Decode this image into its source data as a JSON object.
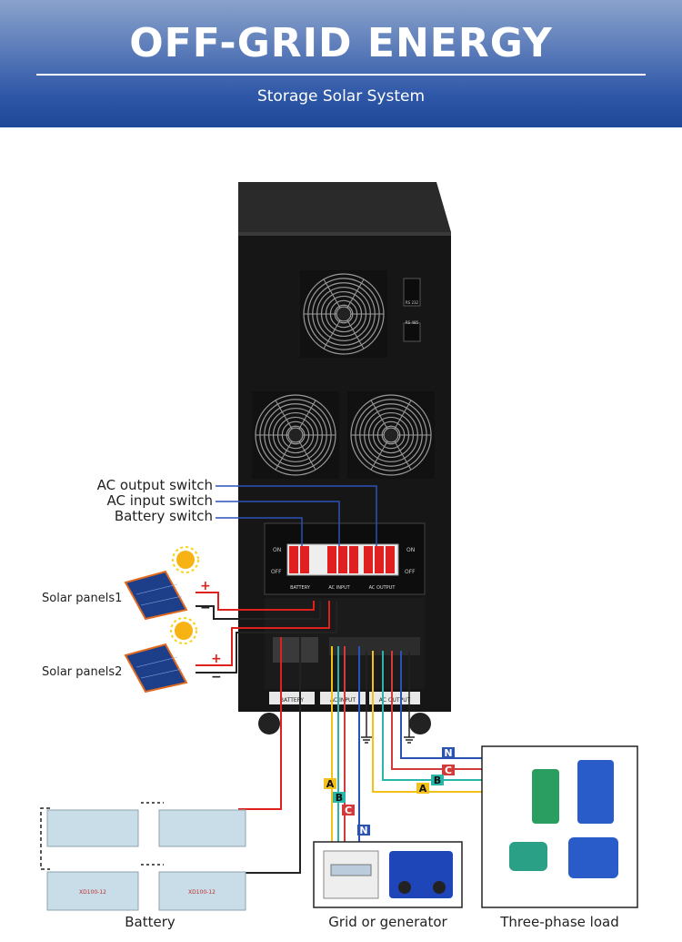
{
  "header": {
    "title": "OFF-GRID ENERGY",
    "subtitle": "Storage Solar System"
  },
  "switch_labels": {
    "ac_output": "AC output switch",
    "ac_input": "AC input switch",
    "battery": "Battery switch"
  },
  "solar": {
    "panel1": "Solar panels1",
    "panel2": "Solar panels2"
  },
  "inverter": {
    "rs232": "RS 232",
    "rs485": "RS 485",
    "breaker_on": "ON",
    "breaker_off": "OFF",
    "breaker_labels": [
      "BATTERY",
      "AC INPUT",
      "AC OUTPUT"
    ],
    "terminal_labels": [
      "BATTERY",
      "AC INPUT",
      "AC OUTPUT"
    ],
    "plus": "+",
    "minus": "−"
  },
  "phases": {
    "a": "A",
    "b": "B",
    "c": "C",
    "n": "N"
  },
  "battery_model": "XD100-12",
  "captions": {
    "battery": "Battery",
    "grid": "Grid or generator",
    "load": "Three-phase load"
  },
  "colors": {
    "header": "#2f57a8",
    "phase_a": "#f2c21b",
    "phase_b": "#29b5a7",
    "phase_c": "#d33a3a",
    "phase_n": "#2a52b5",
    "positive": "#e0201c",
    "negative": "#222222",
    "cabinet": "#161616"
  }
}
